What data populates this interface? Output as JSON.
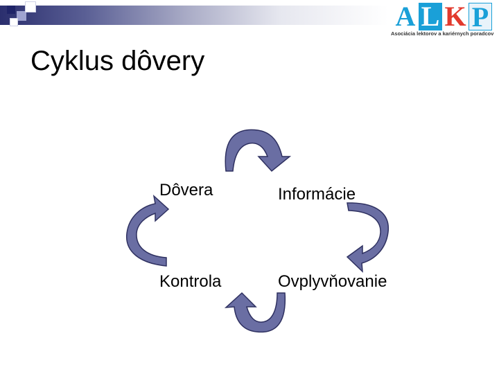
{
  "slide": {
    "title": "Cyklus dôvery"
  },
  "logo": {
    "letters": [
      "A",
      "L",
      "K",
      "P"
    ],
    "letter_colors": [
      "#1aa0d8",
      "#ffffff",
      "#e23a2e",
      "#1aa0d8"
    ],
    "caption": "Asociácia lektorov a kariérnych poradcov"
  },
  "cycle": {
    "nodes": {
      "top_left": "Dôvera",
      "top_right": "Informácie",
      "bottom_right": "Ovplyvňovanie",
      "bottom_left": "Kontrola"
    },
    "arrow_fill": "#6a6ea3",
    "arrow_stroke": "#2e3060"
  },
  "colors": {
    "band_dark": "#2b2f6e",
    "square_dark": "#1f2468",
    "square_light": "#9fa3d0"
  }
}
